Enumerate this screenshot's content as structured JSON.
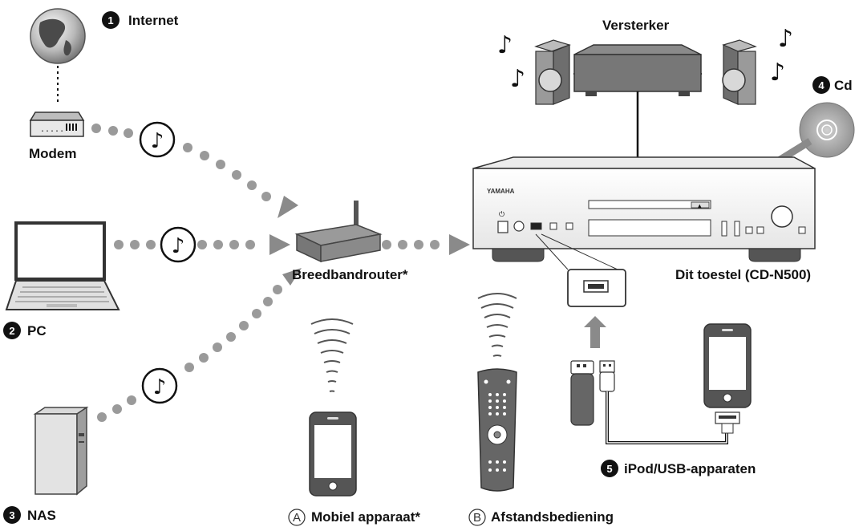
{
  "labels": {
    "internet": "Internet",
    "modem": "Modem",
    "pc": "PC",
    "nas": "NAS",
    "router": "Breedbandrouter*",
    "amplifier": "Versterker",
    "cd": "Cd",
    "unit": "Dit toestel (CD-N500)",
    "ipod_usb": "iPod/USB-apparaten",
    "mobile": "Mobiel apparaat*",
    "remote": "Afstandsbediening",
    "brand": "YAMAHA"
  },
  "markers": {
    "internet": "1",
    "pc": "2",
    "nas": "3",
    "cd": "4",
    "ipod_usb": "5",
    "mobile": "A",
    "remote": "B"
  },
  "glyphs": {
    "note": "♪"
  },
  "colors": {
    "dots": "#9a9a9a",
    "ink": "#222222",
    "gray": "#8a8a8a"
  }
}
